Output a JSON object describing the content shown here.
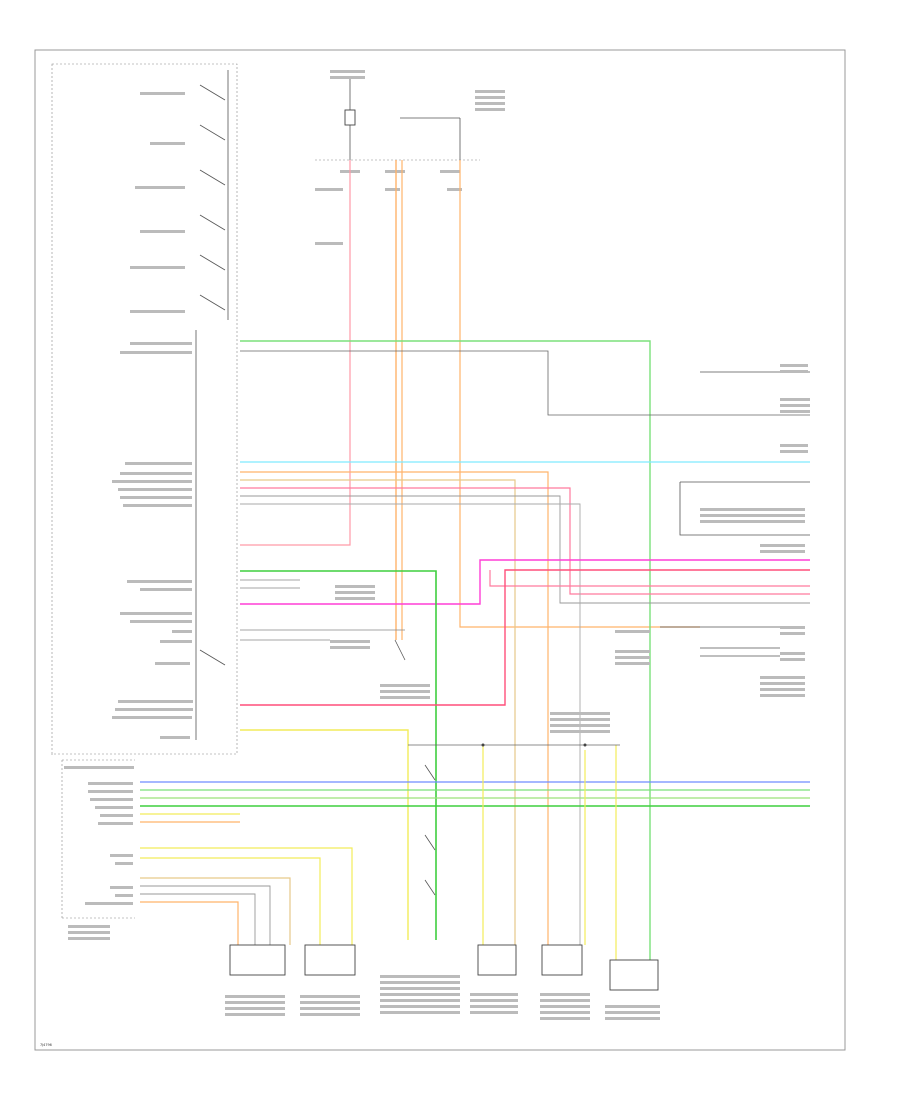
{
  "figure_id": "7J4796",
  "colors": {
    "pink": "#ff7a9e",
    "orange": "#ffb36b",
    "green": "#7be07b",
    "bright_green": "#3fcf3f",
    "cyan": "#7fe9ff",
    "magenta": "#ff3fd6",
    "yellow": "#f2ec5a",
    "blue": "#6f8cff",
    "tan": "#e7c98a",
    "gray": "#8a8a8a",
    "black": "#555555"
  },
  "wire_colors": [
    "pink",
    "orange",
    "green",
    "bright_green",
    "cyan",
    "magenta",
    "yellow",
    "blue",
    "tan",
    "gray",
    "black"
  ]
}
